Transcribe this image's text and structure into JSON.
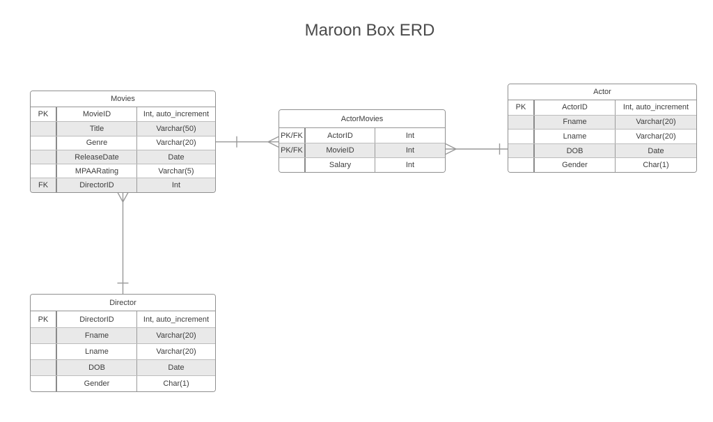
{
  "title": "Maroon Box ERD",
  "colors": {
    "line": "#999999",
    "table_border": "#8f8f8f",
    "alt_row_bg": "#e9e9e9",
    "row_bg": "#ffffff",
    "text": "#3c3c3c",
    "title_text": "#4b4b4b"
  },
  "tables": [
    {
      "id": "movies",
      "name": "Movies",
      "rows": [
        {
          "key": "PK",
          "name": "MovieID",
          "type": "Int, auto_increment"
        },
        {
          "key": "",
          "name": "Title",
          "type": "Varchar(50)"
        },
        {
          "key": "",
          "name": "Genre",
          "type": "Varchar(20)"
        },
        {
          "key": "",
          "name": "ReleaseDate",
          "type": "Date"
        },
        {
          "key": "",
          "name": "MPAARating",
          "type": "Varchar(5)"
        },
        {
          "key": "FK",
          "name": "DirectorID",
          "type": "Int"
        }
      ]
    },
    {
      "id": "actormovies",
      "name": "ActorMovies",
      "rows": [
        {
          "key": "PK/FK",
          "name": "ActorID",
          "type": "Int"
        },
        {
          "key": "PK/FK",
          "name": "MovieID",
          "type": "Int"
        },
        {
          "key": "",
          "name": "Salary",
          "type": "Int"
        }
      ]
    },
    {
      "id": "actor",
      "name": "Actor",
      "rows": [
        {
          "key": "PK",
          "name": "ActorID",
          "type": "Int, auto_increment"
        },
        {
          "key": "",
          "name": "Fname",
          "type": "Varchar(20)"
        },
        {
          "key": "",
          "name": "Lname",
          "type": "Varchar(20)"
        },
        {
          "key": "",
          "name": "DOB",
          "type": "Date"
        },
        {
          "key": "",
          "name": "Gender",
          "type": "Char(1)"
        }
      ]
    },
    {
      "id": "director",
      "name": "Director",
      "rows": [
        {
          "key": "PK",
          "name": "DirectorID",
          "type": "Int, auto_increment"
        },
        {
          "key": "",
          "name": "Fname",
          "type": "Varchar(20)"
        },
        {
          "key": "",
          "name": "Lname",
          "type": "Varchar(20)"
        },
        {
          "key": "",
          "name": "DOB",
          "type": "Date"
        },
        {
          "key": "",
          "name": "Gender",
          "type": "Char(1)"
        }
      ]
    }
  ],
  "relationships": [
    {
      "id": "movies-actormovies",
      "from_table": "Movies",
      "to_table": "ActorMovies",
      "from_end": "one-tick",
      "to_end": "many-crows-foot"
    },
    {
      "id": "actormovies-actor",
      "from_table": "ActorMovies",
      "to_table": "Actor",
      "from_end": "many-crows-foot",
      "to_end": "one-tick"
    },
    {
      "id": "director-movies",
      "from_table": "Director",
      "to_table": "Movies",
      "from_end": "one-tick",
      "to_end": "many-crows-foot"
    }
  ]
}
